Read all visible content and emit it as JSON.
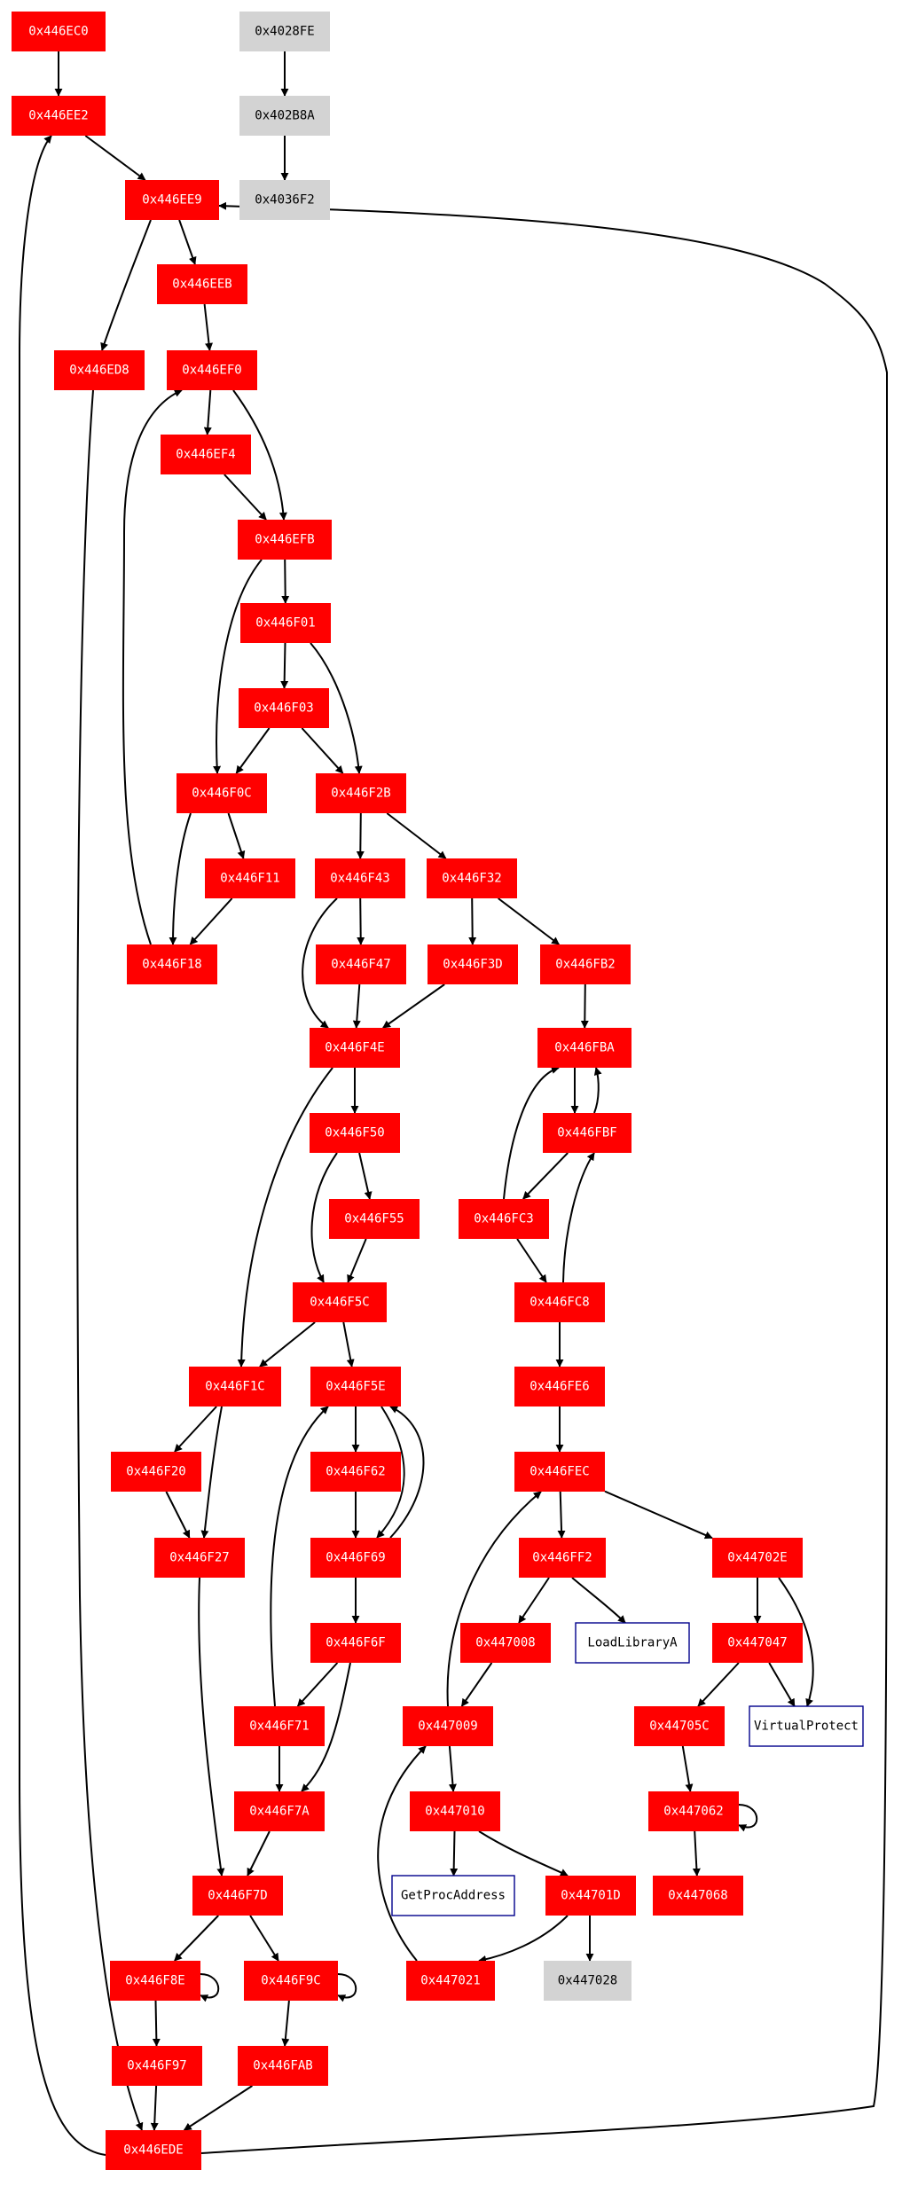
{
  "graph": {
    "nodes": [
      {
        "id": "n1",
        "label": "0x446EC0",
        "kind": "block"
      },
      {
        "id": "n2",
        "label": "0x446EE2",
        "kind": "block"
      },
      {
        "id": "n3",
        "label": "0x446EE9",
        "kind": "block"
      },
      {
        "id": "n4",
        "label": "0x446EEB",
        "kind": "block"
      },
      {
        "id": "n5",
        "label": "0x446ED8",
        "kind": "block"
      },
      {
        "id": "n6",
        "label": "0x446EF0",
        "kind": "block"
      },
      {
        "id": "n7",
        "label": "0x446EF4",
        "kind": "block"
      },
      {
        "id": "n8",
        "label": "0x446EFB",
        "kind": "block"
      },
      {
        "id": "n9",
        "label": "0x446F01",
        "kind": "block"
      },
      {
        "id": "n10",
        "label": "0x446F03",
        "kind": "block"
      },
      {
        "id": "n11",
        "label": "0x446F0C",
        "kind": "block"
      },
      {
        "id": "n12",
        "label": "0x446F2B",
        "kind": "block"
      },
      {
        "id": "n13",
        "label": "0x446F11",
        "kind": "block"
      },
      {
        "id": "n14",
        "label": "0x446F18",
        "kind": "block"
      },
      {
        "id": "n15",
        "label": "0x446F43",
        "kind": "block"
      },
      {
        "id": "n16",
        "label": "0x446F32",
        "kind": "block"
      },
      {
        "id": "n17",
        "label": "0x446F47",
        "kind": "block"
      },
      {
        "id": "n18",
        "label": "0x446F3D",
        "kind": "block"
      },
      {
        "id": "n19",
        "label": "0x446FB2",
        "kind": "block"
      },
      {
        "id": "n20",
        "label": "0x446F4E",
        "kind": "block"
      },
      {
        "id": "n21",
        "label": "0x446FBA",
        "kind": "block"
      },
      {
        "id": "n22",
        "label": "0x446F50",
        "kind": "block"
      },
      {
        "id": "n23",
        "label": "0x446FBF",
        "kind": "block"
      },
      {
        "id": "n24",
        "label": "0x446F55",
        "kind": "block"
      },
      {
        "id": "n25",
        "label": "0x446FC3",
        "kind": "block"
      },
      {
        "id": "n26",
        "label": "0x446F5C",
        "kind": "block"
      },
      {
        "id": "n27",
        "label": "0x446FC8",
        "kind": "block"
      },
      {
        "id": "n28",
        "label": "0x446F1C",
        "kind": "block"
      },
      {
        "id": "n29",
        "label": "0x446F5E",
        "kind": "block"
      },
      {
        "id": "n30",
        "label": "0x446FE6",
        "kind": "block"
      },
      {
        "id": "n31",
        "label": "0x446F20",
        "kind": "block"
      },
      {
        "id": "n32",
        "label": "0x446F62",
        "kind": "block"
      },
      {
        "id": "n33",
        "label": "0x446FEC",
        "kind": "block"
      },
      {
        "id": "n34",
        "label": "0x446F27",
        "kind": "block"
      },
      {
        "id": "n35",
        "label": "0x446F69",
        "kind": "block"
      },
      {
        "id": "n36",
        "label": "0x446FF2",
        "kind": "block"
      },
      {
        "id": "n37",
        "label": "0x44702E",
        "kind": "block"
      },
      {
        "id": "n38",
        "label": "0x446F6F",
        "kind": "block"
      },
      {
        "id": "n39",
        "label": "0x447008",
        "kind": "block"
      },
      {
        "id": "n40",
        "label": "LoadLibraryA",
        "kind": "api"
      },
      {
        "id": "n41",
        "label": "0x447047",
        "kind": "block"
      },
      {
        "id": "n42",
        "label": "0x446F71",
        "kind": "block"
      },
      {
        "id": "n43",
        "label": "0x447009",
        "kind": "block"
      },
      {
        "id": "n44",
        "label": "0x44705C",
        "kind": "block"
      },
      {
        "id": "n45",
        "label": "VirtualProtect",
        "kind": "api"
      },
      {
        "id": "n46",
        "label": "0x446F7A",
        "kind": "block"
      },
      {
        "id": "n47",
        "label": "0x447010",
        "kind": "block"
      },
      {
        "id": "n48",
        "label": "0x447062",
        "kind": "block"
      },
      {
        "id": "n49",
        "label": "0x446F7D",
        "kind": "block"
      },
      {
        "id": "n50",
        "label": "GetProcAddress",
        "kind": "api"
      },
      {
        "id": "n51",
        "label": "0x44701D",
        "kind": "block"
      },
      {
        "id": "n52",
        "label": "0x447068",
        "kind": "block"
      },
      {
        "id": "n53",
        "label": "0x446F8E",
        "kind": "block"
      },
      {
        "id": "n54",
        "label": "0x446F9C",
        "kind": "block"
      },
      {
        "id": "n55",
        "label": "0x447021",
        "kind": "block"
      },
      {
        "id": "n56",
        "label": "0x447028",
        "kind": "external"
      },
      {
        "id": "n57",
        "label": "0x446F97",
        "kind": "block"
      },
      {
        "id": "n58",
        "label": "0x446FAB",
        "kind": "block"
      },
      {
        "id": "n59",
        "label": "0x446EDE",
        "kind": "block"
      },
      {
        "id": "n60",
        "label": "0x4028FE",
        "kind": "external"
      },
      {
        "id": "n61",
        "label": "0x402B8A",
        "kind": "external"
      },
      {
        "id": "n62",
        "label": "0x4036F2",
        "kind": "external"
      }
    ],
    "edges": [
      {
        "from": "n1",
        "to": "n2"
      },
      {
        "from": "n60",
        "to": "n61"
      },
      {
        "from": "n61",
        "to": "n62"
      },
      {
        "from": "n2",
        "to": "n3"
      },
      {
        "from": "n3",
        "to": "n4"
      },
      {
        "from": "n3",
        "to": "n5"
      },
      {
        "from": "n4",
        "to": "n6"
      },
      {
        "from": "n6",
        "to": "n7"
      },
      {
        "from": "n6",
        "to": "n8"
      },
      {
        "from": "n7",
        "to": "n8"
      },
      {
        "from": "n8",
        "to": "n9"
      },
      {
        "from": "n8",
        "to": "n11"
      },
      {
        "from": "n9",
        "to": "n10"
      },
      {
        "from": "n9",
        "to": "n12"
      },
      {
        "from": "n10",
        "to": "n11"
      },
      {
        "from": "n10",
        "to": "n12"
      },
      {
        "from": "n11",
        "to": "n13"
      },
      {
        "from": "n11",
        "to": "n14"
      },
      {
        "from": "n13",
        "to": "n14"
      },
      {
        "from": "n14",
        "to": "n6"
      },
      {
        "from": "n12",
        "to": "n15"
      },
      {
        "from": "n12",
        "to": "n16"
      },
      {
        "from": "n15",
        "to": "n17"
      },
      {
        "from": "n15",
        "to": "n20"
      },
      {
        "from": "n17",
        "to": "n20"
      },
      {
        "from": "n16",
        "to": "n18"
      },
      {
        "from": "n16",
        "to": "n19"
      },
      {
        "from": "n18",
        "to": "n20"
      },
      {
        "from": "n19",
        "to": "n21"
      },
      {
        "from": "n21",
        "to": "n23"
      },
      {
        "from": "n23",
        "to": "n21"
      },
      {
        "from": "n23",
        "to": "n25"
      },
      {
        "from": "n25",
        "to": "n21"
      },
      {
        "from": "n25",
        "to": "n27"
      },
      {
        "from": "n27",
        "to": "n23"
      },
      {
        "from": "n27",
        "to": "n30"
      },
      {
        "from": "n30",
        "to": "n33"
      },
      {
        "from": "n20",
        "to": "n22"
      },
      {
        "from": "n20",
        "to": "n28"
      },
      {
        "from": "n22",
        "to": "n24"
      },
      {
        "from": "n22",
        "to": "n26"
      },
      {
        "from": "n24",
        "to": "n26"
      },
      {
        "from": "n26",
        "to": "n28"
      },
      {
        "from": "n26",
        "to": "n29"
      },
      {
        "from": "n28",
        "to": "n31"
      },
      {
        "from": "n28",
        "to": "n34"
      },
      {
        "from": "n31",
        "to": "n34"
      },
      {
        "from": "n29",
        "to": "n32"
      },
      {
        "from": "n29",
        "to": "n35"
      },
      {
        "from": "n32",
        "to": "n35"
      },
      {
        "from": "n35",
        "to": "n29"
      },
      {
        "from": "n35",
        "to": "n38"
      },
      {
        "from": "n38",
        "to": "n42"
      },
      {
        "from": "n38",
        "to": "n46"
      },
      {
        "from": "n42",
        "to": "n29"
      },
      {
        "from": "n42",
        "to": "n46"
      },
      {
        "from": "n46",
        "to": "n49"
      },
      {
        "from": "n34",
        "to": "n49"
      },
      {
        "from": "n49",
        "to": "n53"
      },
      {
        "from": "n49",
        "to": "n54"
      },
      {
        "from": "n53",
        "to": "n53"
      },
      {
        "from": "n53",
        "to": "n57"
      },
      {
        "from": "n54",
        "to": "n54"
      },
      {
        "from": "n54",
        "to": "n58"
      },
      {
        "from": "n57",
        "to": "n59"
      },
      {
        "from": "n58",
        "to": "n59"
      },
      {
        "from": "n5",
        "to": "n59"
      },
      {
        "from": "n59",
        "to": "n2"
      },
      {
        "from": "n59",
        "to": "n3"
      },
      {
        "from": "n33",
        "to": "n36"
      },
      {
        "from": "n33",
        "to": "n37"
      },
      {
        "from": "n36",
        "to": "n39"
      },
      {
        "from": "n36",
        "to": "n40"
      },
      {
        "from": "n39",
        "to": "n43"
      },
      {
        "from": "n43",
        "to": "n33"
      },
      {
        "from": "n43",
        "to": "n47"
      },
      {
        "from": "n47",
        "to": "n50"
      },
      {
        "from": "n47",
        "to": "n51"
      },
      {
        "from": "n51",
        "to": "n55"
      },
      {
        "from": "n51",
        "to": "n56"
      },
      {
        "from": "n55",
        "to": "n43"
      },
      {
        "from": "n37",
        "to": "n41"
      },
      {
        "from": "n37",
        "to": "n45"
      },
      {
        "from": "n41",
        "to": "n44"
      },
      {
        "from": "n41",
        "to": "n45"
      },
      {
        "from": "n44",
        "to": "n48"
      },
      {
        "from": "n48",
        "to": "n48"
      },
      {
        "from": "n48",
        "to": "n52"
      }
    ]
  }
}
